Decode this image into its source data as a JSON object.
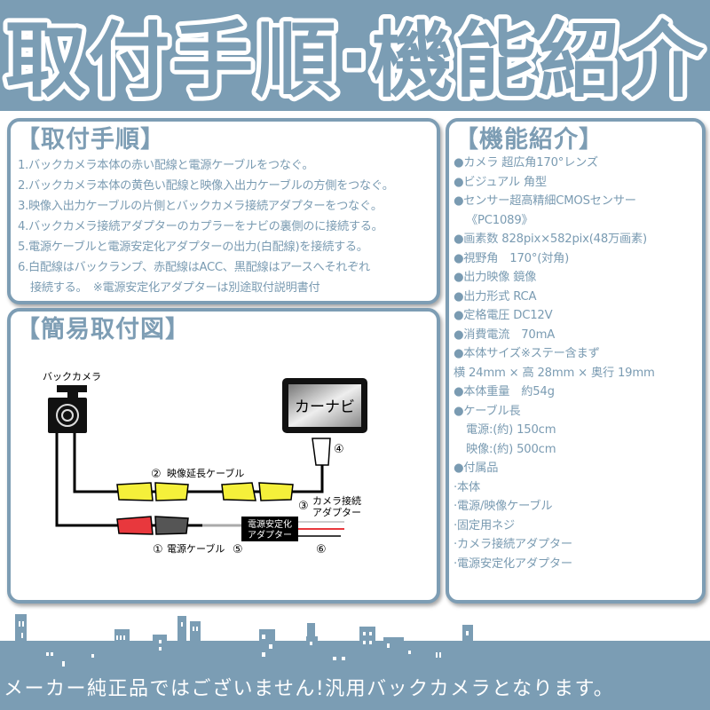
{
  "header": {
    "title": "取付手順·機能紹介"
  },
  "install": {
    "title": "【取付手順】",
    "steps": [
      "1.バックカメラ本体の赤い配線と電源ケーブルをつなぐ。",
      "2.バックカメラ本体の黄色い配線と映像入出力ケーブルの方側をつなぐ。",
      "3.映像入出力ケーブルの片側とバックカメラ接続アダプターをつなぐ。",
      "4.バックカメラ接続アダプターのカプラーをナビの裏側のに接続する。",
      "5.電源ケーブルと電源安定化アダプターの出力(白配線)を接続する。",
      "6.白配線はバックランプ、赤配線はACC、黒配線はアースへそれぞれ",
      "接続する。　※電源安定化アダプターは別途取付説明書付"
    ]
  },
  "diagram": {
    "title": "【簡易取付図】",
    "camera_label": "バックカメラ",
    "navi_label": "カーナビ",
    "n1": "①",
    "n2": "②",
    "n3": "③",
    "n4": "④",
    "n5": "⑤",
    "n6": "⑥",
    "power_cable": "電源ケーブル",
    "video_cable": "映像延長ケーブル",
    "adapter_l1": "カメラ接続",
    "adapter_l2": "アダプター",
    "stab_l1": "電源安定化",
    "stab_l2": "アダプター",
    "colors": {
      "yellow": "#f5f03a",
      "red": "#e8383d",
      "gray": "#555555"
    }
  },
  "features": {
    "title": "【機能紹介】",
    "items": [
      "●カメラ 超広角170°レンズ",
      "●ビジュアル 角型",
      "●センサー超高精細CMOSセンサー",
      "《PC1089》",
      "●画素数 828pix×582pix(48万画素)",
      "●視野角　170°(対角)",
      "●出力映像 鏡像",
      "●出力形式 RCA",
      "●定格電圧 DC12V",
      "●消費電流　70mA",
      "●本体サイズ※ステー含まず",
      "横 24mm × 高 28mm × 奥行 19mm",
      "●本体重量　約54g",
      "●ケーブル長",
      "電源:(約) 150cm",
      "映像:(約) 500cm",
      "●付属品",
      "·本体",
      "·電源/映像ケーブル",
      "·固定用ネジ",
      "·カメラ接続アダプター",
      "·電源安定化アダプター"
    ]
  },
  "footer": {
    "text": "メーカー純正品ではございません!汎用バックカメラとなります。"
  },
  "theme": {
    "accent": "#7b9db4"
  }
}
